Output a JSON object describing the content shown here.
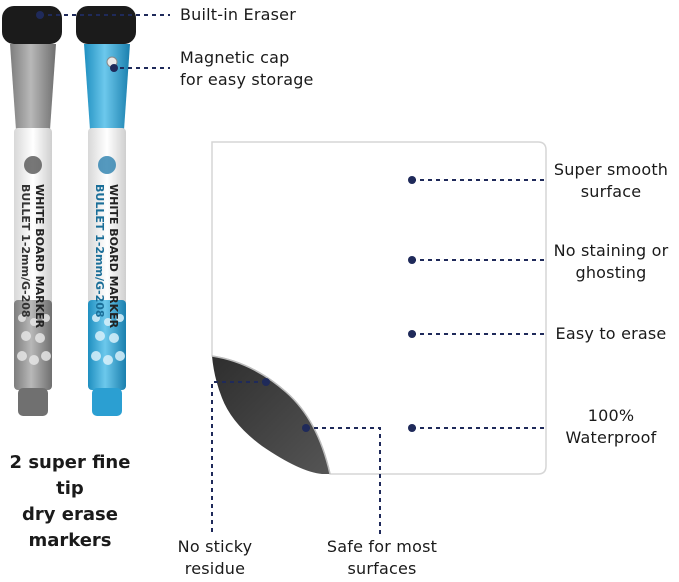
{
  "callouts": {
    "eraser": "Built-in Eraser",
    "magnetic_line1": "Magnetic cap",
    "magnetic_line2": "for easy storage",
    "smooth_line1": "Super smooth",
    "smooth_line2": "surface",
    "staining_line1": "No staining or",
    "staining_line2": "ghosting",
    "erase": "Easy to erase",
    "waterproof_line1": "100%",
    "waterproof_line2": "Waterproof",
    "sticky_line1": "No sticky",
    "sticky_line2": "residue",
    "safe_line1": "Safe for most",
    "safe_line2": "surfaces"
  },
  "caption": {
    "line1": "2 super fine tip",
    "line2": "dry erase",
    "line3": "markers"
  },
  "markers": [
    {
      "color": "#9a9a9a",
      "text_brand": "WHITE BOARD MARKER",
      "text_tip": "BULLET 1-2mm/G-208"
    },
    {
      "color": "#3aa9d6",
      "text_brand": "WHITE BOARD MARKER",
      "text_tip": "BULLET 1-2mm/G-208"
    }
  ],
  "colors": {
    "dot": "#1f2a5a",
    "board": "#ffffff",
    "peel": "#3a3a3a"
  }
}
